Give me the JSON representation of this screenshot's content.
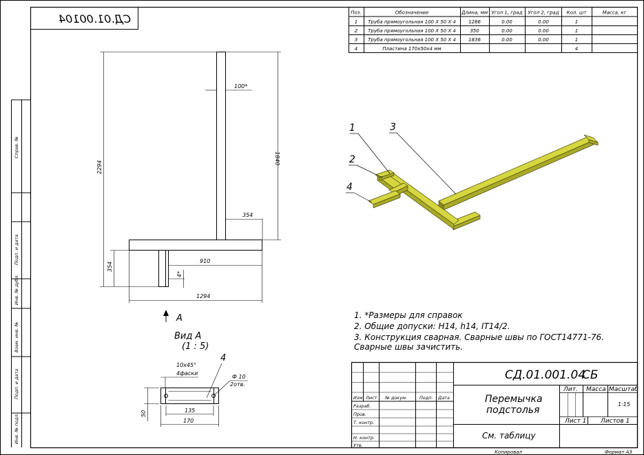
{
  "drawing": {
    "code": "СД.01.001.04",
    "suffix": "СБ",
    "name_line1": "Перемычка",
    "name_line2": "подстолья",
    "material": "См. таблицу",
    "scale": "1:15",
    "sheet": "Лист 1",
    "sheets": "Листов 1",
    "copied": "Копировал",
    "format": "Формат А3",
    "mirror_code": "СД.01.00104"
  },
  "title_block": {
    "lit_label": "Лит.",
    "mass_label": "Масса",
    "scale_label": "Масштаб",
    "rev_headers": [
      "Изм.",
      "Лист",
      "№ докум.",
      "Подп.",
      "Дата"
    ],
    "roles": [
      "Разраб.",
      "Пров.",
      "Т. контр.",
      "Н. контр.",
      "Утв."
    ]
  },
  "left_strip": [
    "Справ. №",
    "Подп. и дата",
    "Инв. № дубл.",
    "Взам. инв. №",
    "Подп. и дата",
    "Инв. № подл."
  ],
  "bom": {
    "headers": [
      "Поз.",
      "Обозначение",
      "Длина, мм",
      "Угол 1, град",
      "Угол 2, град",
      "Кол. шт",
      "Масса, кг"
    ],
    "rows": [
      [
        "1",
        "Труба прямоугольная  100 X 50 X 4",
        "1286",
        "0.00",
        "0.00",
        "1",
        ""
      ],
      [
        "2",
        "Труба прямоугольная  100 X 50 X 4",
        "350",
        "0.00",
        "0.00",
        "1",
        ""
      ],
      [
        "3",
        "Труба прямоугольная  100 X 50 X 4",
        "1836",
        "0.00",
        "0.00",
        "1",
        ""
      ],
      [
        "4",
        "Пластина 170x50x4 мм",
        "",
        "",
        "",
        "4",
        ""
      ]
    ]
  },
  "dims": {
    "d2294": "2294",
    "d1840": "1840",
    "d100": "100*",
    "d354a": "354",
    "d354b": "354",
    "d910": "910",
    "d4": "4*",
    "d1294": "1294",
    "d10x45": "10x45°",
    "dfaski": "4фаски",
    "dphi": "Ф 10",
    "dotv": "2отв.",
    "d135": "135",
    "d170": "170",
    "d50": "50",
    "pos4_view": "4"
  },
  "view": {
    "arrow_letter": "А",
    "title": "Вид А",
    "scale": "(1 : 5)"
  },
  "callouts": [
    "1",
    "2",
    "3",
    "4"
  ],
  "notes": [
    "1.  *Размеры для справок",
    "2.  Общие допуски: H14, h14, IT14/2.",
    "3.  Конструкция сварная. Сварные швы по ГОСТ14771-76.",
    "Сварные швы зачистить."
  ],
  "colors": {
    "steel": "#c8c832",
    "steel_dark": "#8a8a1a",
    "line": "#000000"
  }
}
